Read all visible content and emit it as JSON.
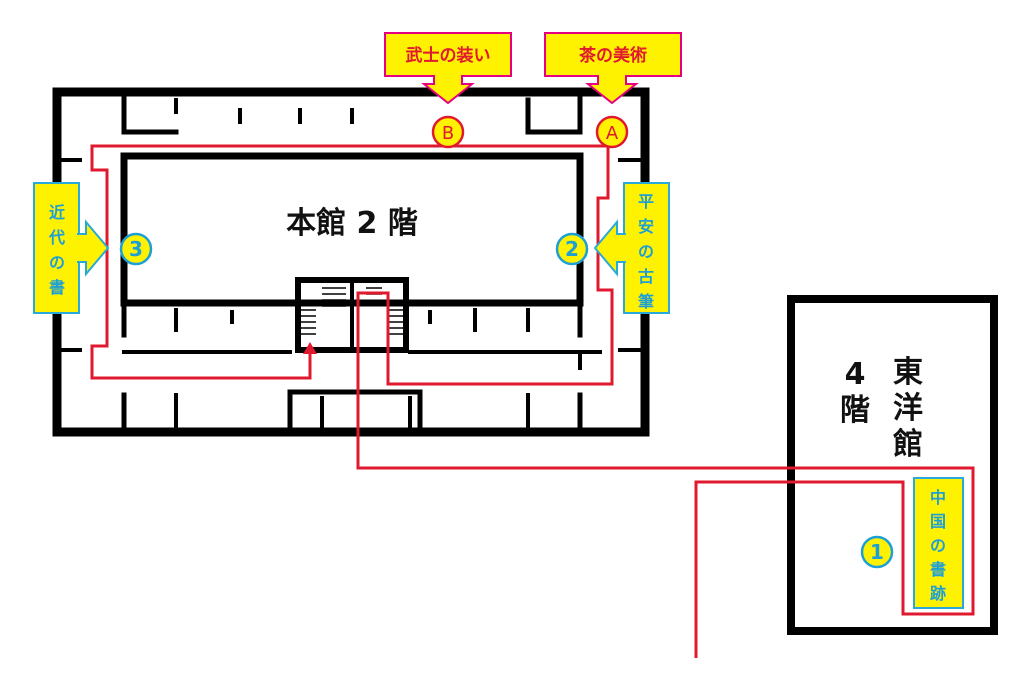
{
  "main_building": {
    "floor_label": "本館 2 階"
  },
  "toyokan": {
    "name_chars": [
      "東",
      "洋",
      "館"
    ],
    "floor_chars": [
      "4",
      "階"
    ]
  },
  "stops": [
    {
      "id": "1",
      "glyph": "①",
      "label_chars": [
        "中",
        "国",
        "の",
        "書",
        "跡"
      ]
    },
    {
      "id": "2",
      "glyph": "②",
      "label_chars": [
        "平",
        "安",
        "の",
        "古",
        "筆"
      ]
    },
    {
      "id": "3",
      "glyph": "③",
      "label_chars": [
        "近",
        "代",
        "の",
        "書"
      ]
    },
    {
      "id": "A",
      "glyph": "A",
      "label": "茶の美術"
    },
    {
      "id": "B",
      "glyph": "B",
      "label": "武士の装い"
    }
  ],
  "colors": {
    "route": "#e0192f",
    "walls": "#000000",
    "label_fill": "#fff200",
    "label_border_blue": "#2aa9d8",
    "label_border_pink": "#e5007f",
    "marker_text_blue": "#1e9fd6",
    "marker_text_red": "#e0192f"
  }
}
